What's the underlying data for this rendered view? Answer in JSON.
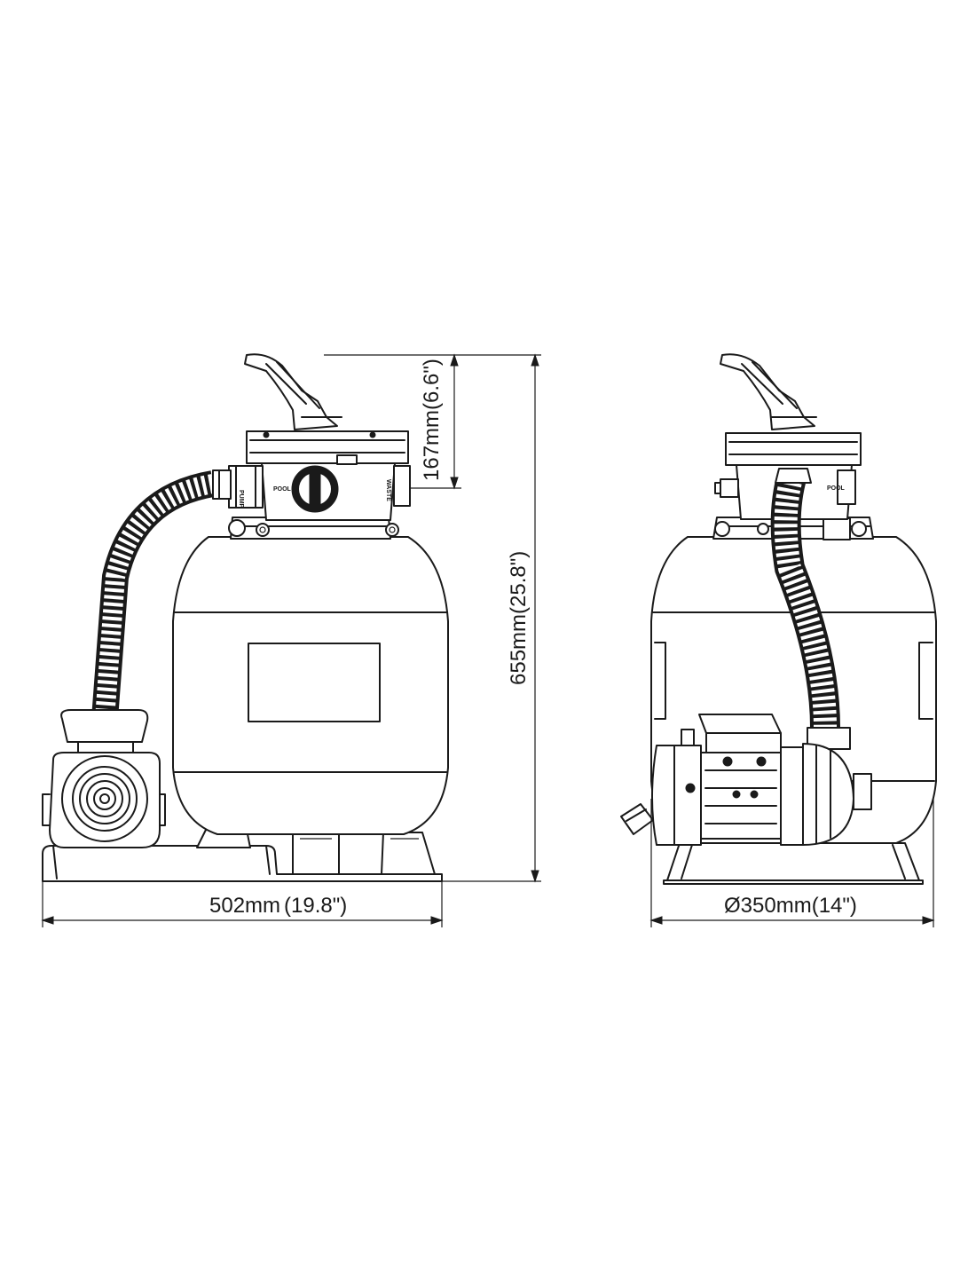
{
  "dimensions": {
    "width": "502mm",
    "width_in": "(19.8\")",
    "valve_height": "167mm(6.6\")",
    "total_height": "655mm(25.8\")",
    "diameter": "Ø350mm(14\")"
  },
  "valve_labels": {
    "pool": "POOL",
    "pump": "PUMP",
    "waste": "WASTE"
  },
  "colors": {
    "line": "#1a1a1a",
    "background": "#ffffff"
  }
}
